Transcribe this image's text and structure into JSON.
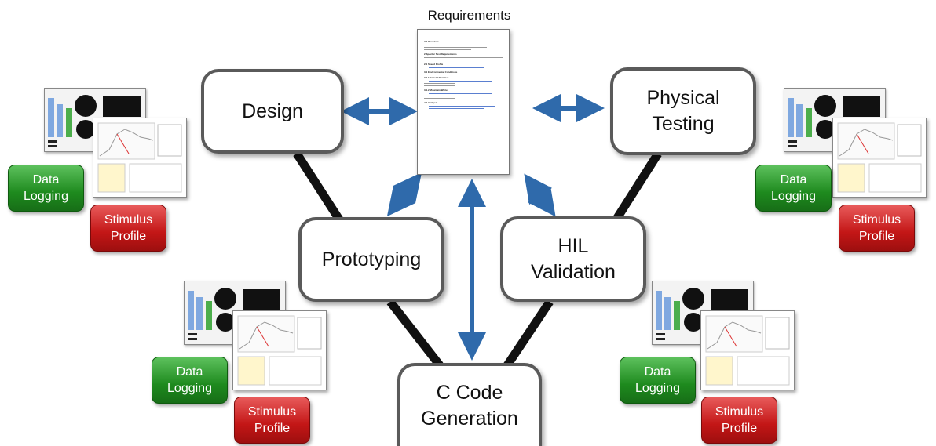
{
  "requirements": {
    "title": "Requirements",
    "document_lines": [
      "2.0 Overview",
      "2 Specific Test Requirements",
      "2.1 Speed Profile",
      "3.1 Environmental Conditions",
      "3.1.1 Coastal Summer",
      "3.1.2 Mountain Winter",
      "4.1 Analysis"
    ]
  },
  "stages": {
    "design": "Design",
    "physical_testing": "Physical\nTesting",
    "prototyping": "Prototyping",
    "hil_validation": "HIL\nValidation",
    "c_code_generation": "C Code\nGeneration"
  },
  "tools": {
    "data_logging": "Data\nLogging",
    "stimulus_profile": "Stimulus\nProfile"
  },
  "colors": {
    "arrow": "#2f6aab",
    "box_border": "#5a5a5a",
    "line": "#111111",
    "green": "#1e8a1e",
    "red": "#c31616"
  },
  "icons": {
    "arrow": "double-headed-arrow",
    "dashboard": "dashboard-screenshot",
    "document": "document-page"
  }
}
